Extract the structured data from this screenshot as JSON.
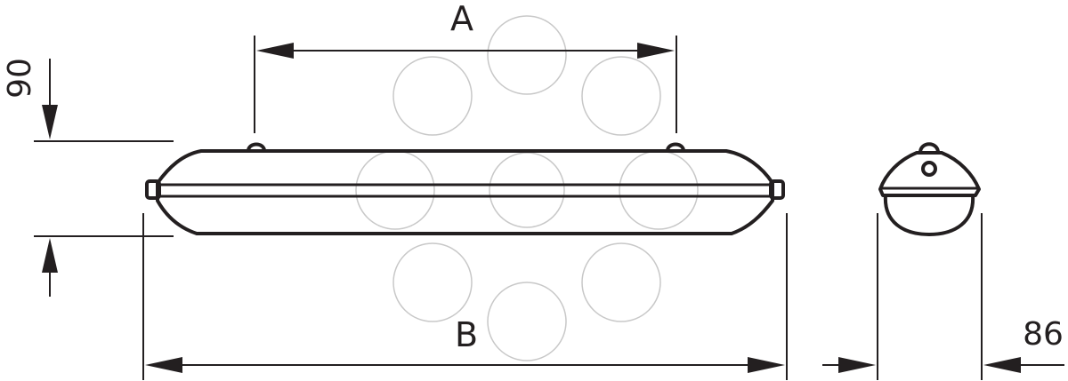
{
  "diagram": {
    "labels": {
      "dim_a": "A",
      "dim_b": "B",
      "dim_height": "90",
      "dim_depth": "86"
    },
    "colors": {
      "line": "#231f20",
      "watermark": "#c8c8c8",
      "background": "#ffffff"
    }
  }
}
